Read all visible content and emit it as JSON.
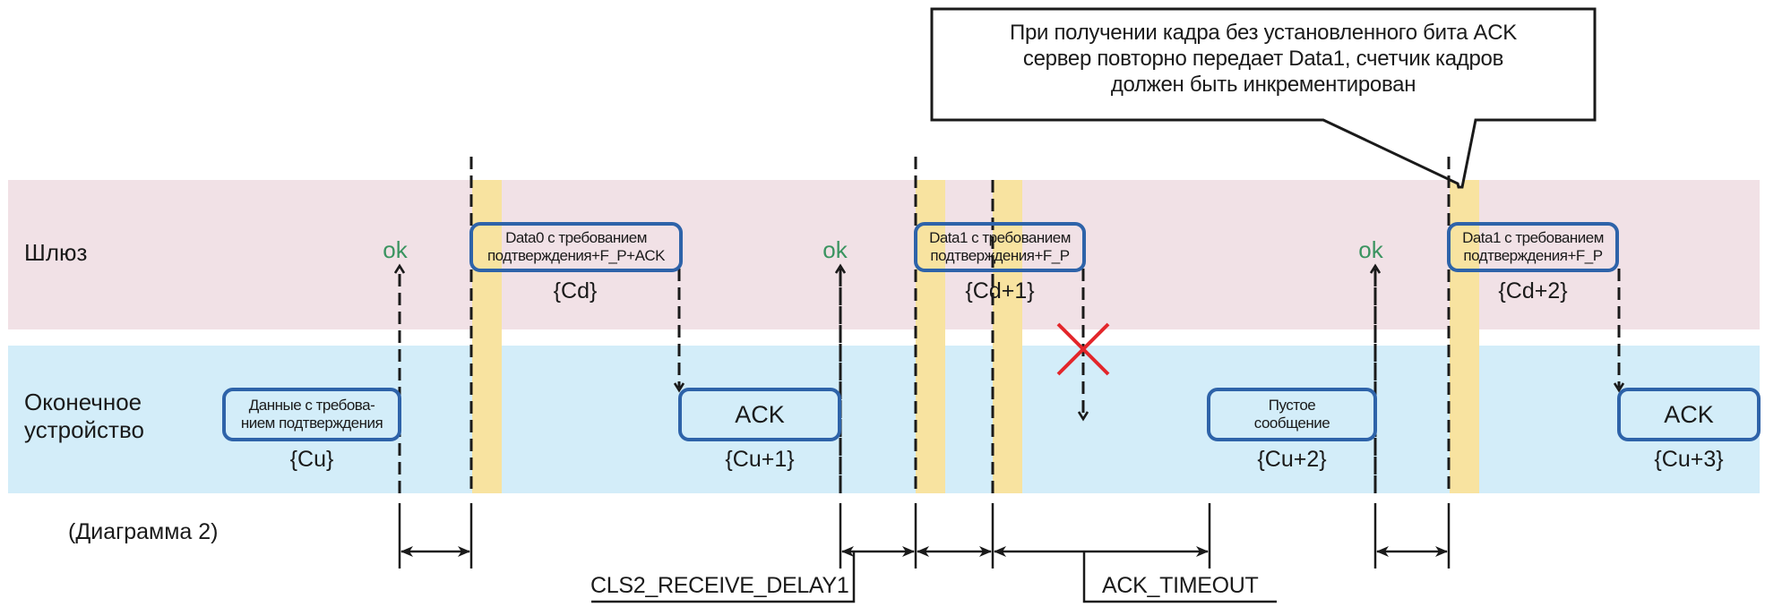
{
  "lanes": {
    "gateway": {
      "label": "Шлюз",
      "color": "#f1e1e6"
    },
    "end_device": {
      "label_line1": "Оконечное",
      "label_line2": "устройство",
      "color": "#d3edf9"
    }
  },
  "colors": {
    "receive_window": "#f8e3a0",
    "frame_border": "#2e63a9",
    "ok_text": "#3a9460",
    "lost_mark": "#e3262b"
  },
  "callout": {
    "line1": "При получении кадра без установленного бита ACK",
    "line2": "сервер повторно передает Data1, счетчик кадров",
    "line3": "должен быть инкрементирован"
  },
  "frames": [
    {
      "id": "uplink-data",
      "line1": "Данные с требова-",
      "line2": "нием подтверждения",
      "counter": "{Cu}"
    },
    {
      "id": "downlink-data0",
      "line1": "Data0 с требованием",
      "line2": "подтверждения+F_P+ACK",
      "counter": "{Cd}"
    },
    {
      "id": "uplink-ack-1",
      "line1": "ACK",
      "counter": "{Cu+1}"
    },
    {
      "id": "downlink-data1-first",
      "line1": "Data1 с требованием",
      "line2": "подтверждения+F_P",
      "counter": "{Cd+1}"
    },
    {
      "id": "uplink-empty",
      "line1": "Пустое",
      "line2": "сообщение",
      "counter": "{Cu+2}"
    },
    {
      "id": "downlink-data1-retry",
      "line1": "Data1 с требованием",
      "line2": "подтверждения+F_P",
      "counter": "{Cd+2}"
    },
    {
      "id": "uplink-ack-2",
      "line1": "ACK",
      "counter": "{Cu+3}"
    }
  ],
  "ok_labels": [
    "ok",
    "ok",
    "ok"
  ],
  "timing": {
    "receive_delay": "CLS2_RECEIVE_DELAY1",
    "ack_timeout": "ACK_TIMEOUT"
  },
  "caption": "(Диаграмма 2)"
}
